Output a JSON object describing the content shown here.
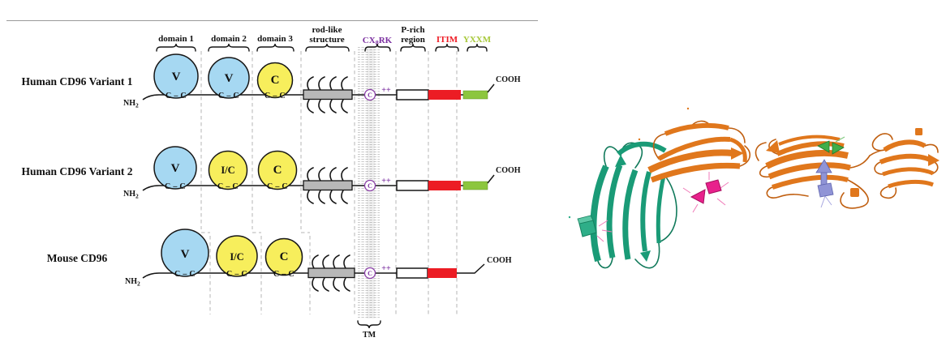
{
  "figure": {
    "left_panel": {
      "column_headers": {
        "domain1": "domain 1",
        "domain2": "domain 2",
        "domain3": "domain 3",
        "rod_line1": "rod-like",
        "rod_line2": "structure",
        "motif_pre": "CX",
        "motif_sub": "8",
        "motif_post": "RK",
        "prich_line1": "P-rich",
        "prich_line2": "region",
        "itim": "ITIM",
        "yxxm": "YXXM"
      },
      "rows": [
        {
          "label": "Human CD96 Variant 1",
          "domain1": "V",
          "domain2": "V",
          "domain3": "C",
          "has_yxxm_box": true
        },
        {
          "label": "Human CD96 Variant 2",
          "domain1": "V",
          "domain2": "I/C",
          "domain3": "C",
          "has_yxxm_box": true
        },
        {
          "label": "Mouse CD96",
          "domain1": "V",
          "domain2": "I/C",
          "domain3": "C",
          "has_yxxm_box": false
        }
      ],
      "shared": {
        "disulfide": "C – C",
        "nh2_pre": "NH",
        "nh2_sub": "2",
        "cooh": "COOH",
        "charges": "++",
        "tm_cysteine": "C"
      },
      "tm_label": "TM",
      "colors": {
        "ig_v_domain_fill": "#A6D8F2",
        "ig_c_domain_fill": "#F7EE5C",
        "itim_box": "#EC1C24",
        "yxxm_box": "#8CC63E",
        "itim_text": "#EE1C25",
        "yxxm_text": "#A8C93B",
        "motif_text": "#7B2FA0",
        "membrane_gray": "#C4C4C4"
      }
    },
    "right_panel": {
      "colors": {
        "teal_ig_domain": "#1A9B77",
        "orange_ig_domains": "#E0771C",
        "glycan_magenta": "#E8218C",
        "glycan_green": "#3FAE49",
        "glycan_purple": "#9094D6",
        "glycan_teal_cube": "#2EAE88"
      }
    }
  }
}
